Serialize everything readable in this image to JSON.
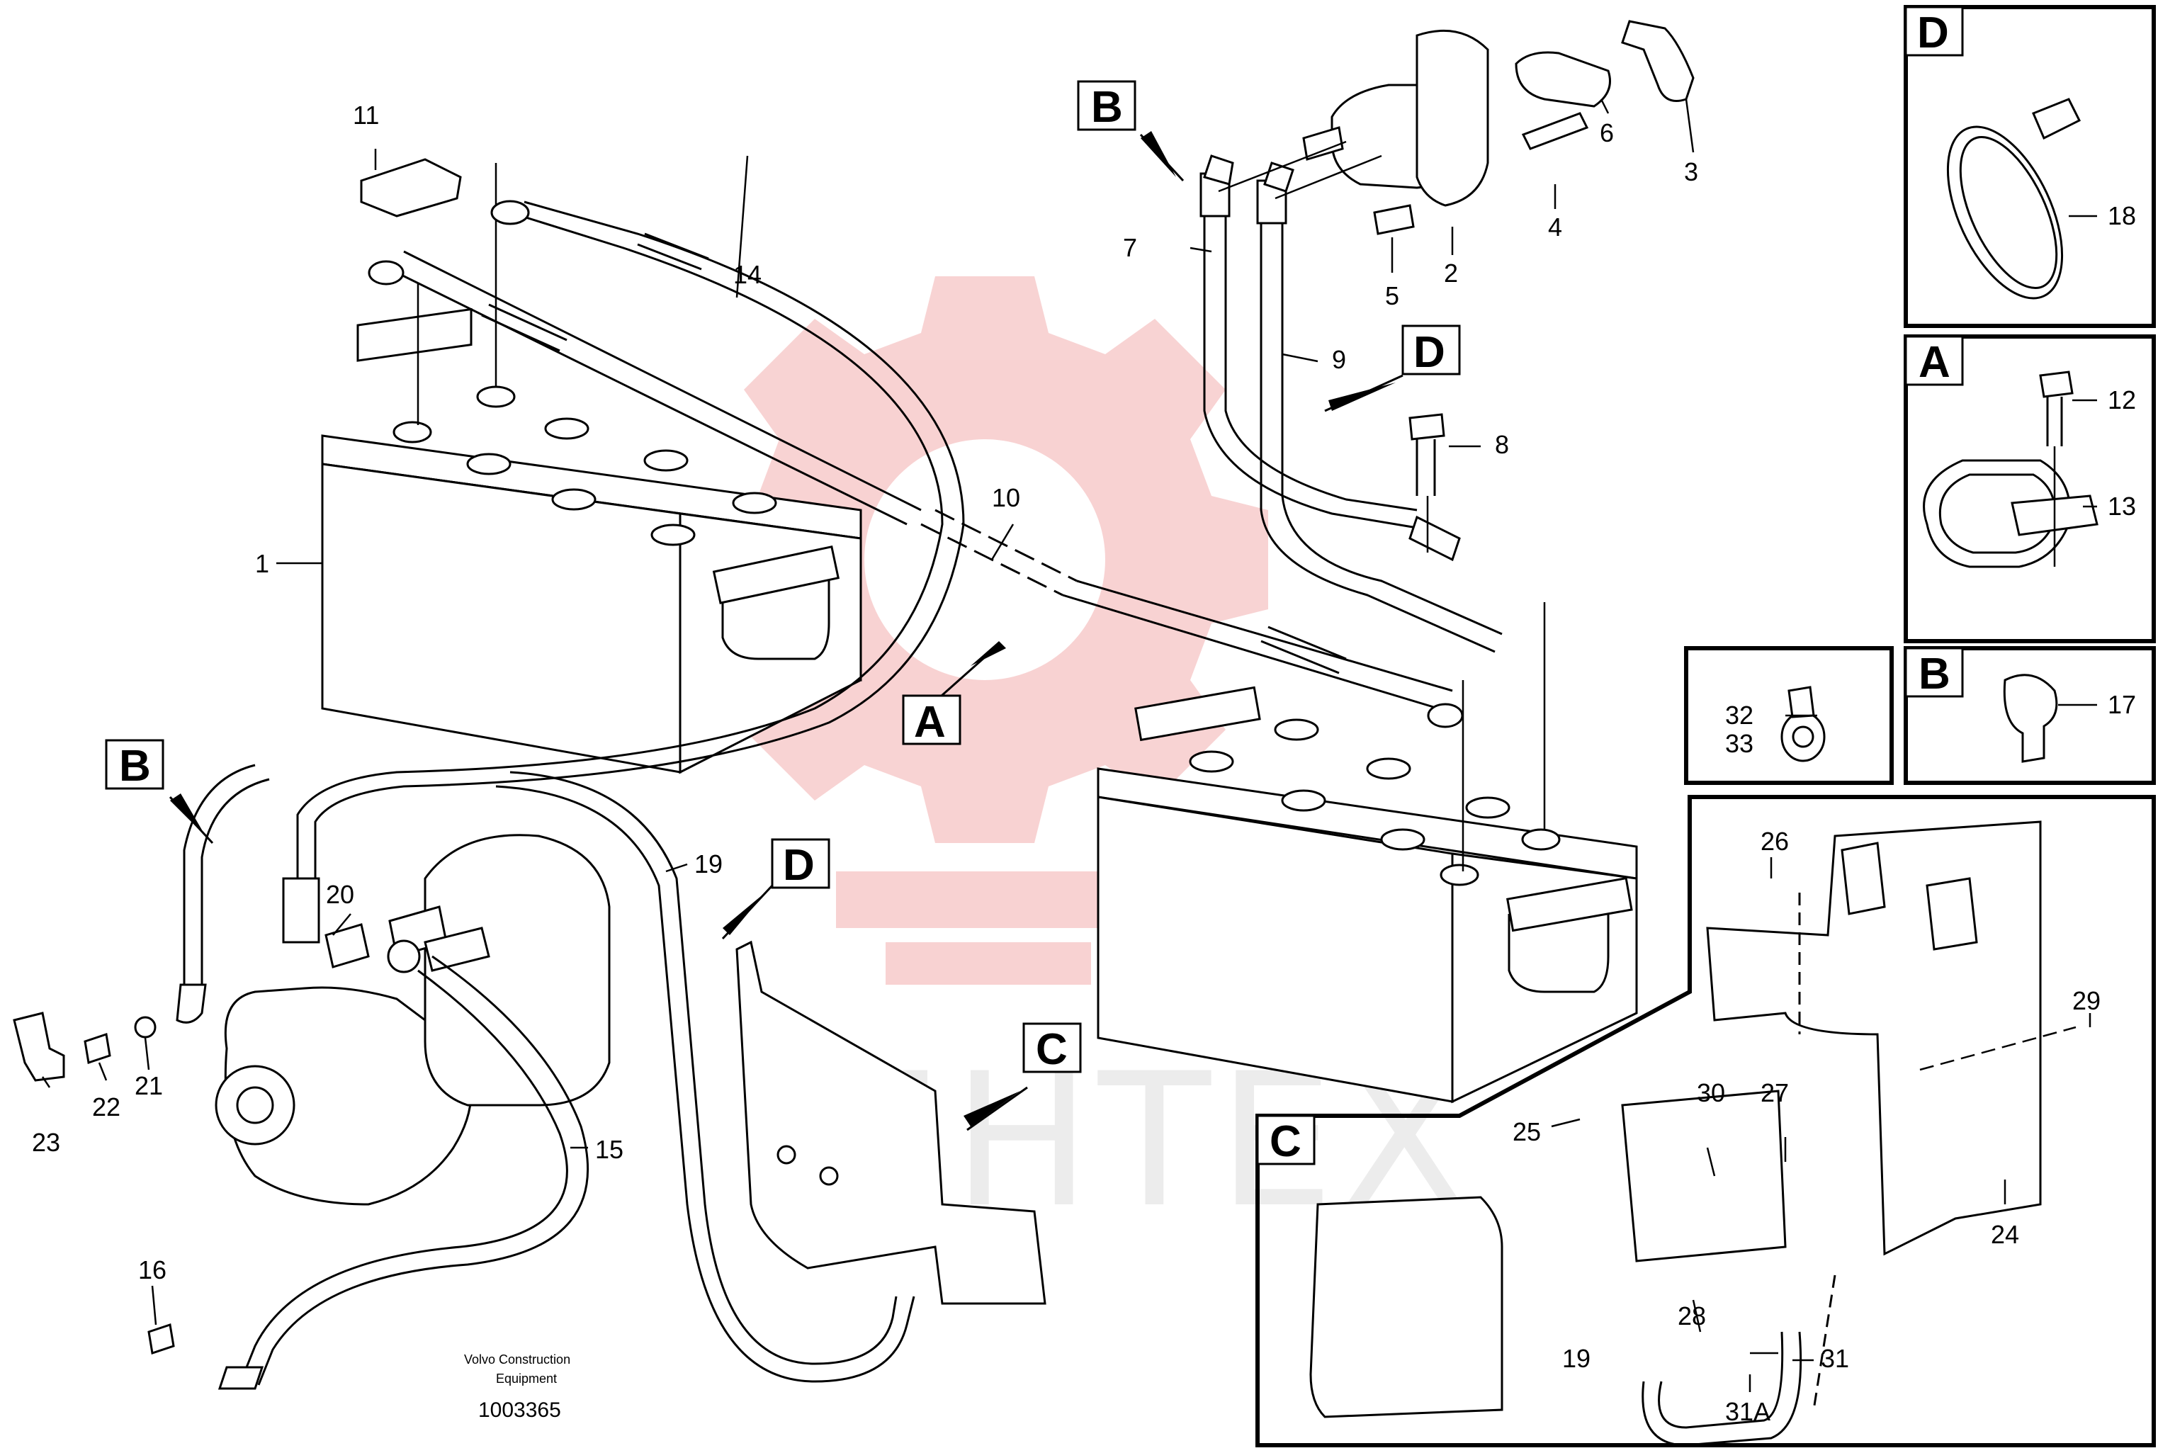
{
  "watermark": {
    "text": "ИНТЕХ",
    "gear_color": "#f2b3b3"
  },
  "caption": {
    "line1": "Volvo Construction",
    "line2": "Equipment",
    "doc_number": "1003365"
  },
  "callouts": {
    "c1": "1",
    "c2": "2",
    "c3": "3",
    "c4": "4",
    "c5": "5",
    "c6": "6",
    "c7": "7",
    "c8": "8",
    "c9": "9",
    "c10": "10",
    "c11": "11",
    "c12": "12",
    "c13": "13",
    "c14": "14",
    "c15": "15",
    "c16": "16",
    "c17": "17",
    "c18": "18",
    "c19": "19",
    "c19b": "19",
    "c20": "20",
    "c21": "21",
    "c22": "22",
    "c23": "23",
    "c24": "24",
    "c25": "25",
    "c26": "26",
    "c27": "27",
    "c28": "28",
    "c29": "29",
    "c30": "30",
    "c31": "31",
    "c31a": "31A",
    "c32": "32",
    "c33": "33"
  },
  "detail_labels": {
    "a_main": "A",
    "b_main": "B",
    "b_left": "B",
    "d_main": "D",
    "d_left": "D",
    "c_main": "C",
    "d_panel": "D",
    "a_panel": "A",
    "b_panel": "B",
    "c_panel": "C"
  }
}
